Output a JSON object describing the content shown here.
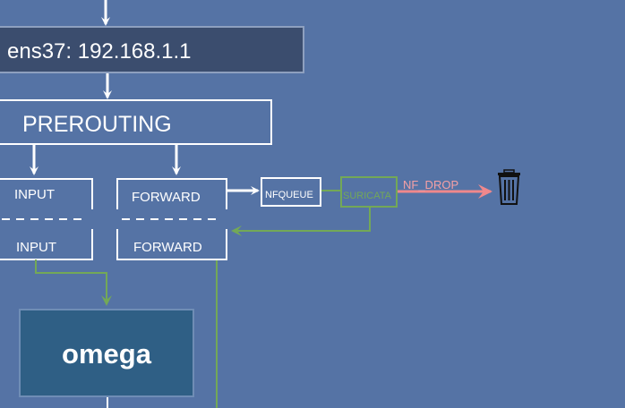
{
  "diagram": {
    "interface_label": "ens37: 192.168.1.1",
    "prerouting_label": "PREROUTING",
    "input_top_label": "INPUT",
    "input_bottom_label": "INPUT",
    "forward_top_label": "FORWARD",
    "forward_bottom_label": "FORWARD",
    "nfqueue_label": "NFQUEUE",
    "suricata_label": "SURICATA",
    "drop_label": "NF_DROP",
    "omega_label": "omega"
  },
  "icons": {
    "trash": "trash-icon"
  },
  "colors": {
    "background": "#5573a5",
    "interface_fill": "#3b4d6e",
    "omega_fill": "#2f5f85",
    "white_line": "#ffffff",
    "green_line": "#73a857",
    "drop_arrow": "#f0888c",
    "drop_text": "#f5a0a5"
  }
}
